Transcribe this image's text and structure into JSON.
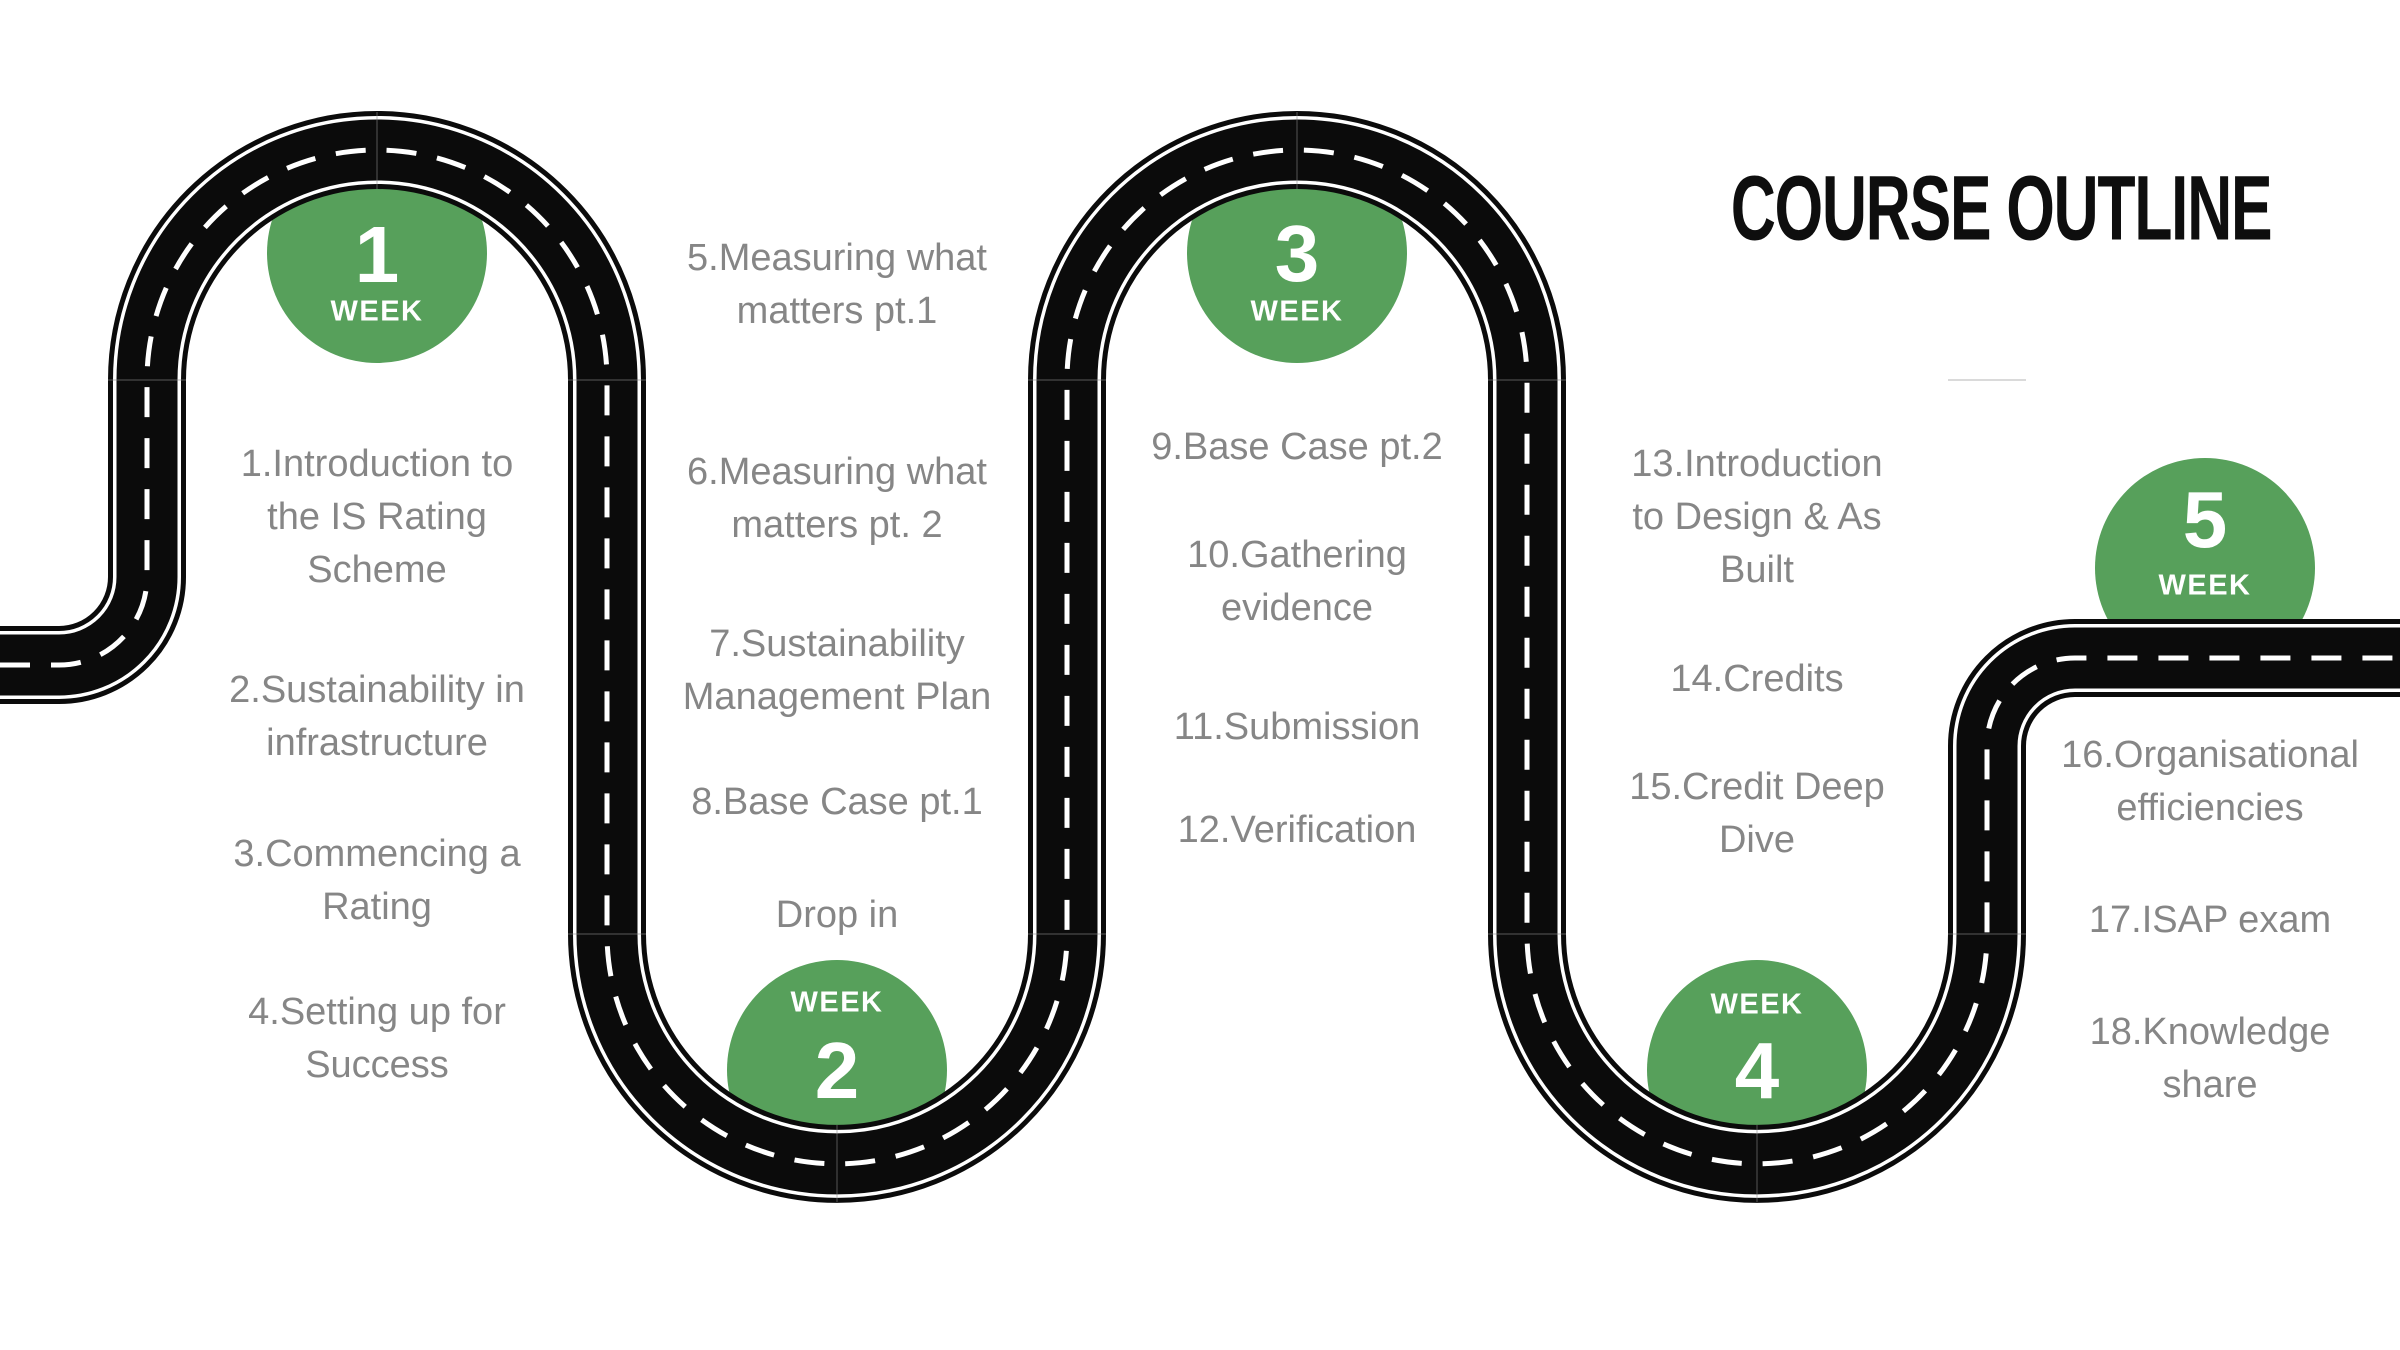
{
  "title": "COURSE OUTLINE",
  "colors": {
    "road_black": "#0b0b0b",
    "marker_green": "#57a05b",
    "topic_gray": "#868686",
    "road_line_white": "#ffffff"
  },
  "weeks": [
    {
      "number": "1",
      "label": "WEEK",
      "items": [
        "1.Introduction to\nthe IS Rating\nScheme",
        "2.Sustainability in\ninfrastructure",
        "3.Commencing a\nRating",
        "4.Setting up for\nSuccess"
      ]
    },
    {
      "number": "2",
      "label": "WEEK",
      "items": [
        "5.Measuring what\nmatters pt.1",
        "6.Measuring what\nmatters pt. 2",
        "7.Sustainability\nManagement Plan",
        "8.Base Case pt.1",
        "Drop in"
      ]
    },
    {
      "number": "3",
      "label": "WEEK",
      "items": [
        "9.Base Case pt.2",
        "10.Gathering\nevidence",
        "11.Submission",
        "12.Verification"
      ]
    },
    {
      "number": "4",
      "label": "WEEK",
      "items": [
        "13.Introduction\nto Design & As\nBuilt",
        "14.Credits",
        "15.Credit Deep\nDive"
      ]
    },
    {
      "number": "5",
      "label": "WEEK",
      "items": [
        "16.Organisational\nefficiencies",
        "17.ISAP exam",
        "18.Knowledge\nshare"
      ]
    }
  ]
}
